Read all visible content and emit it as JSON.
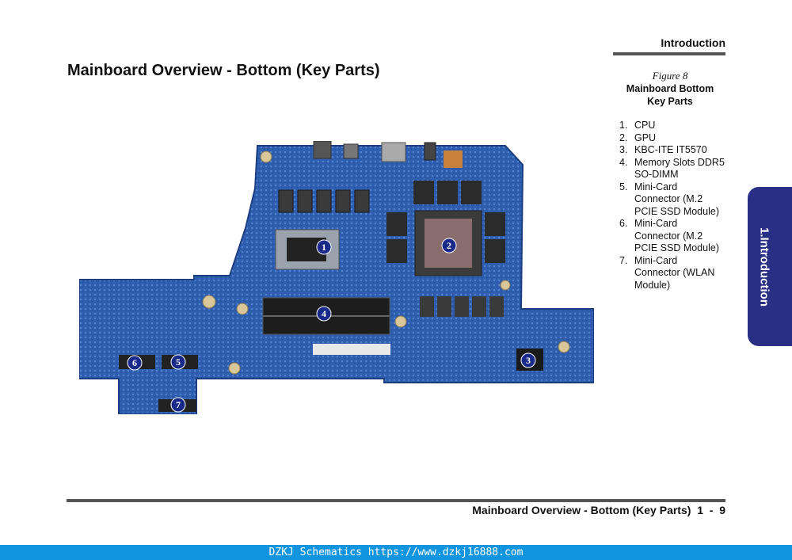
{
  "header": {
    "section": "Introduction"
  },
  "page_title": "Mainboard Overview - Bottom (Key Parts)",
  "figure": {
    "number": "Figure 8",
    "title_line1": "Mainboard Bottom",
    "title_line2": "Key Parts"
  },
  "key_parts": [
    {
      "num": "1.",
      "label": "CPU"
    },
    {
      "num": "2.",
      "label": "GPU"
    },
    {
      "num": "3.",
      "label": "KBC-ITE IT5570"
    },
    {
      "num": "4.",
      "label": "Memory Slots DDR5 SO-DIMM"
    },
    {
      "num": "5.",
      "label": "Mini-Card Connector (M.2 PCIE SSD Module)"
    },
    {
      "num": "6.",
      "label": "Mini-Card Connector (M.2 PCIE SSD Module)"
    },
    {
      "num": "7.",
      "label": "Mini-Card Connector (WLAN Module)"
    }
  ],
  "callouts": [
    "1",
    "2",
    "3",
    "4",
    "5",
    "6",
    "7"
  ],
  "side_tab": "1.Introduction",
  "footer": {
    "text": "Mainboard Overview - Bottom (Key Parts)  1  -  9"
  },
  "watermark": "DZKJ Schematics https://www.dzkj16888.com",
  "colors": {
    "board": "#2f5fb0",
    "tab": "#2a2f86",
    "callout": "#1a2a8a",
    "watermark_bar": "#1294de"
  }
}
